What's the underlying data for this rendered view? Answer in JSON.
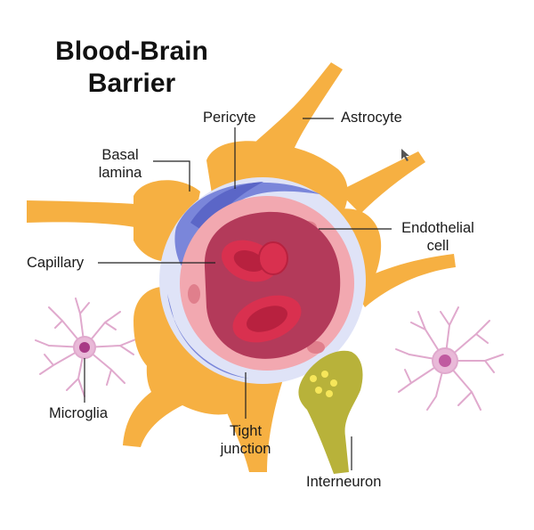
{
  "title": {
    "line1": "Blood-Brain",
    "line2": "Barrier"
  },
  "labels": {
    "pericyte": "Pericyte",
    "astrocyte": "Astrocyte",
    "basal_lamina_line1": "Basal",
    "basal_lamina_line2": "lamina",
    "endothelial_line1": "Endothelial",
    "endothelial_line2": "cell",
    "capillary": "Capillary",
    "microglia": "Microglia",
    "tight_junction_line1": "Tight",
    "tight_junction_line2": "junction",
    "interneuron": "Interneuron"
  },
  "colors": {
    "astrocyte": "#f6b042",
    "basal_lamina": "#dfe3f7",
    "pericyte": "#7a86da",
    "endothelium": "#f2a8b0",
    "lumen": "#b33a5a",
    "red_blood_cell": "#d9304f",
    "interneuron": "#b8b23a",
    "microglia": "#e9b9d8",
    "microglia_nucleus": "#a83a86",
    "leader_line": "#222222"
  },
  "icons": {
    "cursor": "mouse-pointer-icon"
  }
}
